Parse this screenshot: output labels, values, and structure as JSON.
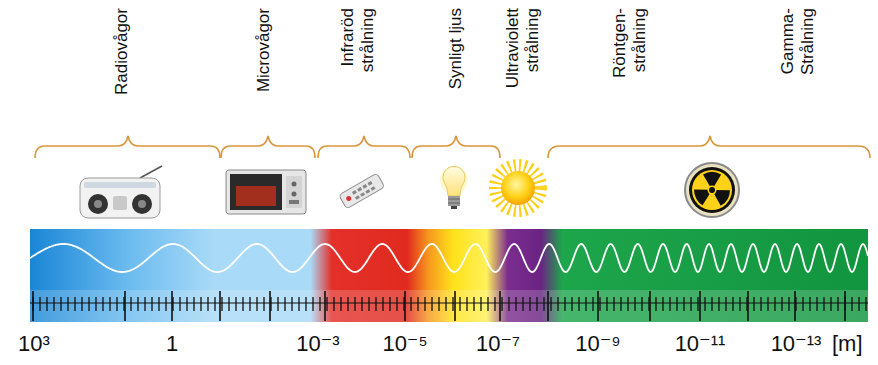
{
  "diagram": {
    "labels": [
      "Radiovågor",
      "Microvågor",
      "Infraröd strålning",
      "Synligt ljus",
      "Ultraviolett strålning",
      "Röntgen- strålning",
      "Gamma- Strålning",
      "10³",
      "1",
      "10⁻³",
      "10⁻⁵",
      "10⁻⁷",
      "10⁻⁹",
      "10⁻¹¹",
      "10⁻¹³",
      "[m]"
    ]
  }
}
